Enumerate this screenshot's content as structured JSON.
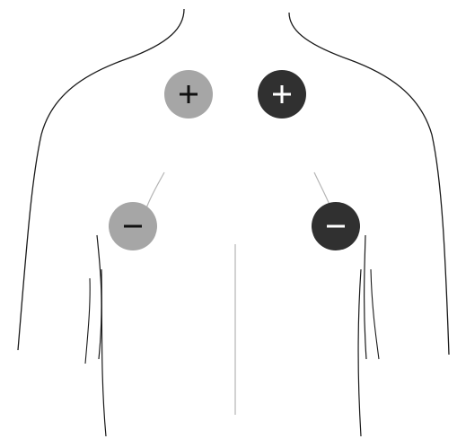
{
  "colors": {
    "background": "#ffffff",
    "outline": "#1a1a1a",
    "lead_line": "#b5b5b5",
    "electrode_light": "#a6a6a6",
    "electrode_dark": "#303030",
    "symbol_on_light": "#111111",
    "symbol_on_dark": "#ffffff"
  },
  "electrodes": [
    {
      "id": "right-upper",
      "polarity": "positive",
      "shade": "light",
      "icon": "plus-icon"
    },
    {
      "id": "left-upper",
      "polarity": "positive",
      "shade": "dark",
      "icon": "plus-icon"
    },
    {
      "id": "right-lower",
      "polarity": "negative",
      "shade": "light",
      "icon": "minus-icon"
    },
    {
      "id": "left-lower",
      "polarity": "negative",
      "shade": "dark",
      "icon": "minus-icon"
    }
  ]
}
